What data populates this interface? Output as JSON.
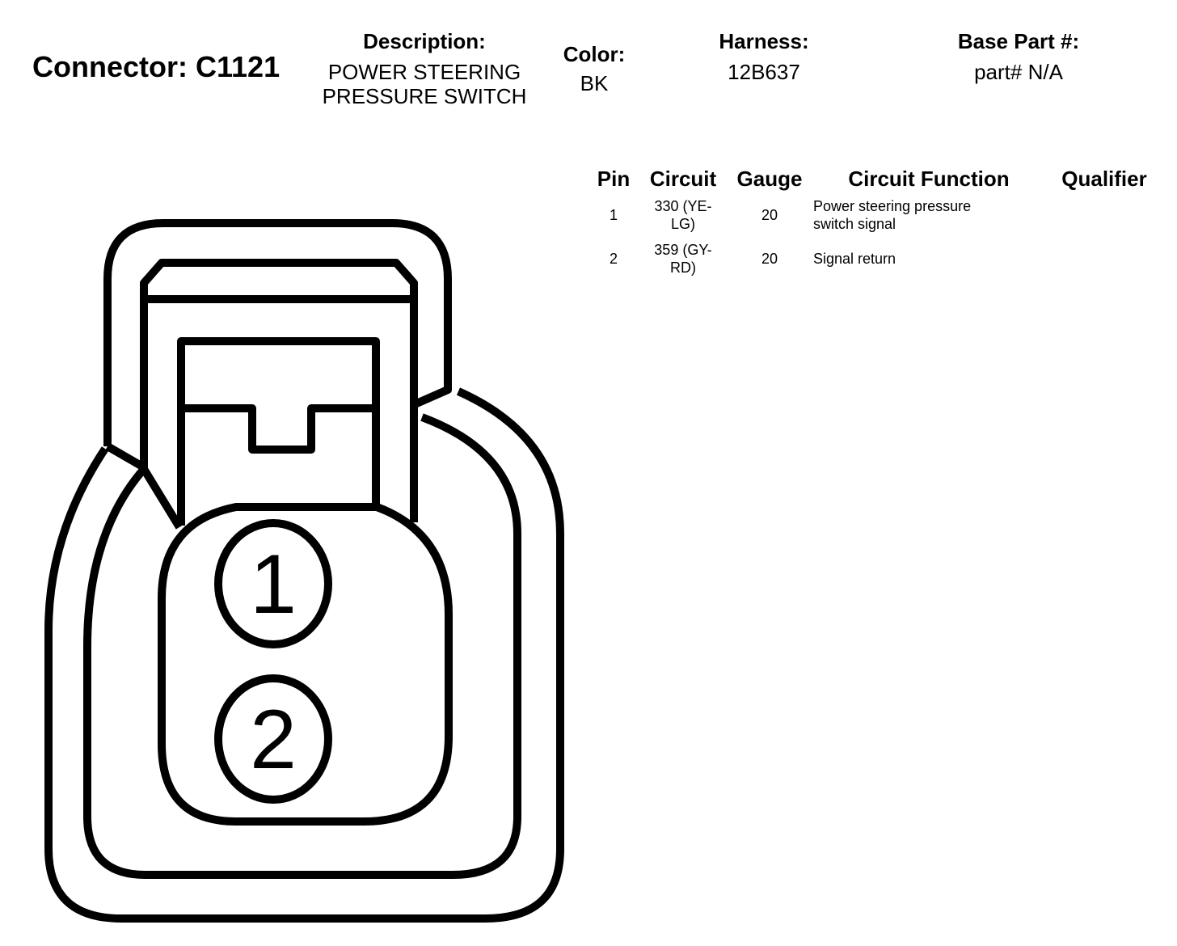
{
  "connector": {
    "label": "Connector: C1121"
  },
  "description": {
    "label": "Description:",
    "value_line1": "POWER STEERING",
    "value_line2": "PRESSURE SWITCH"
  },
  "color": {
    "label": "Color:",
    "value": "BK"
  },
  "harness": {
    "label": "Harness:",
    "value": "12B637"
  },
  "base_part": {
    "label": "Base Part #:",
    "value": "part# N/A"
  },
  "pin_table": {
    "headers": {
      "pin": "Pin",
      "circuit": "Circuit",
      "gauge": "Gauge",
      "function": "Circuit Function",
      "qualifier": "Qualifier"
    },
    "rows": [
      {
        "pin": "1",
        "circuit": "330 (YE-LG)",
        "gauge": "20",
        "function": "Power steering pressure switch signal",
        "qualifier": ""
      },
      {
        "pin": "2",
        "circuit": "359 (GY-RD)",
        "gauge": "20",
        "function": "Signal return",
        "qualifier": ""
      }
    ]
  },
  "diagram": {
    "pin_labels": [
      "1",
      "2"
    ],
    "stroke_color": "#000000"
  }
}
